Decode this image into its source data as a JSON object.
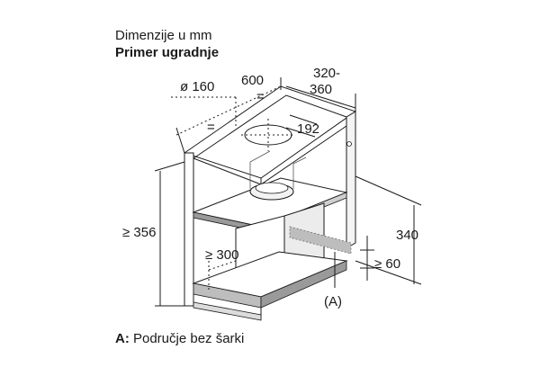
{
  "title": {
    "line1": "Dimenzije u mm",
    "line2": "Primer ugradnje"
  },
  "dimensions": {
    "width": "600",
    "depth_top": "320-",
    "depth_bottom": "360",
    "diameter": "ø 160",
    "offset": "192",
    "height_cabinet": "≥ 356",
    "height_inner": "340",
    "inner_depth": "≥ 300",
    "gap_bottom": "≥ 60",
    "equal_sign_a": "=",
    "equal_sign_b": "=",
    "area_marker": "(A)"
  },
  "footer": {
    "key": "A:",
    "text": " Područje bez šarki"
  },
  "colors": {
    "line": "#1a1a1a",
    "panel_gray": "#bdbdbd",
    "dark_gray": "#6e6e6e",
    "light_gray": "#e6e6e6"
  }
}
